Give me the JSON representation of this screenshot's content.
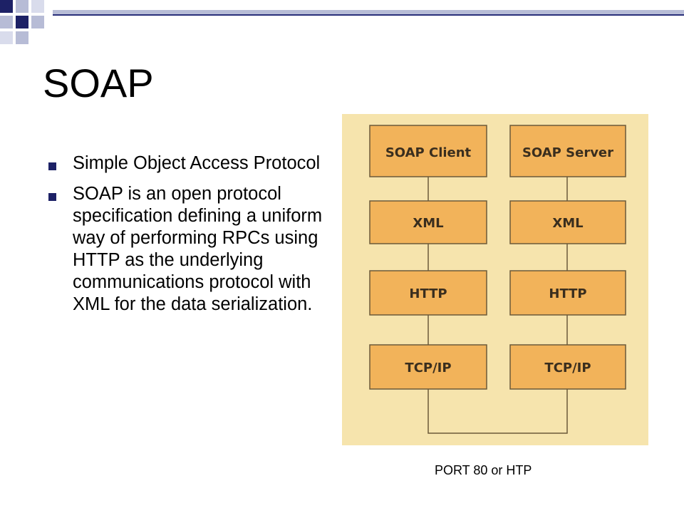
{
  "slide": {
    "title": "SOAP",
    "bullets": [
      "Simple Object Access Protocol",
      "SOAP is an open protocol specification defining a uniform way of performing RPCs using HTTP as the underlying communications protocol with XML for the data serialization."
    ],
    "caption": "PORT 80 or HTP"
  },
  "diagram": {
    "client_stack": [
      "SOAP Client",
      "XML",
      "HTTP",
      "TCP/IP"
    ],
    "server_stack": [
      "SOAP Server",
      "XML",
      "HTTP",
      "TCP/IP"
    ]
  },
  "colors": {
    "accent_dark": "#1d2166",
    "accent_light": "#b7bcd6",
    "diagram_bg": "#f6e4ad",
    "box_fill": "#f2b35a",
    "box_stroke": "#6b5a3a"
  }
}
